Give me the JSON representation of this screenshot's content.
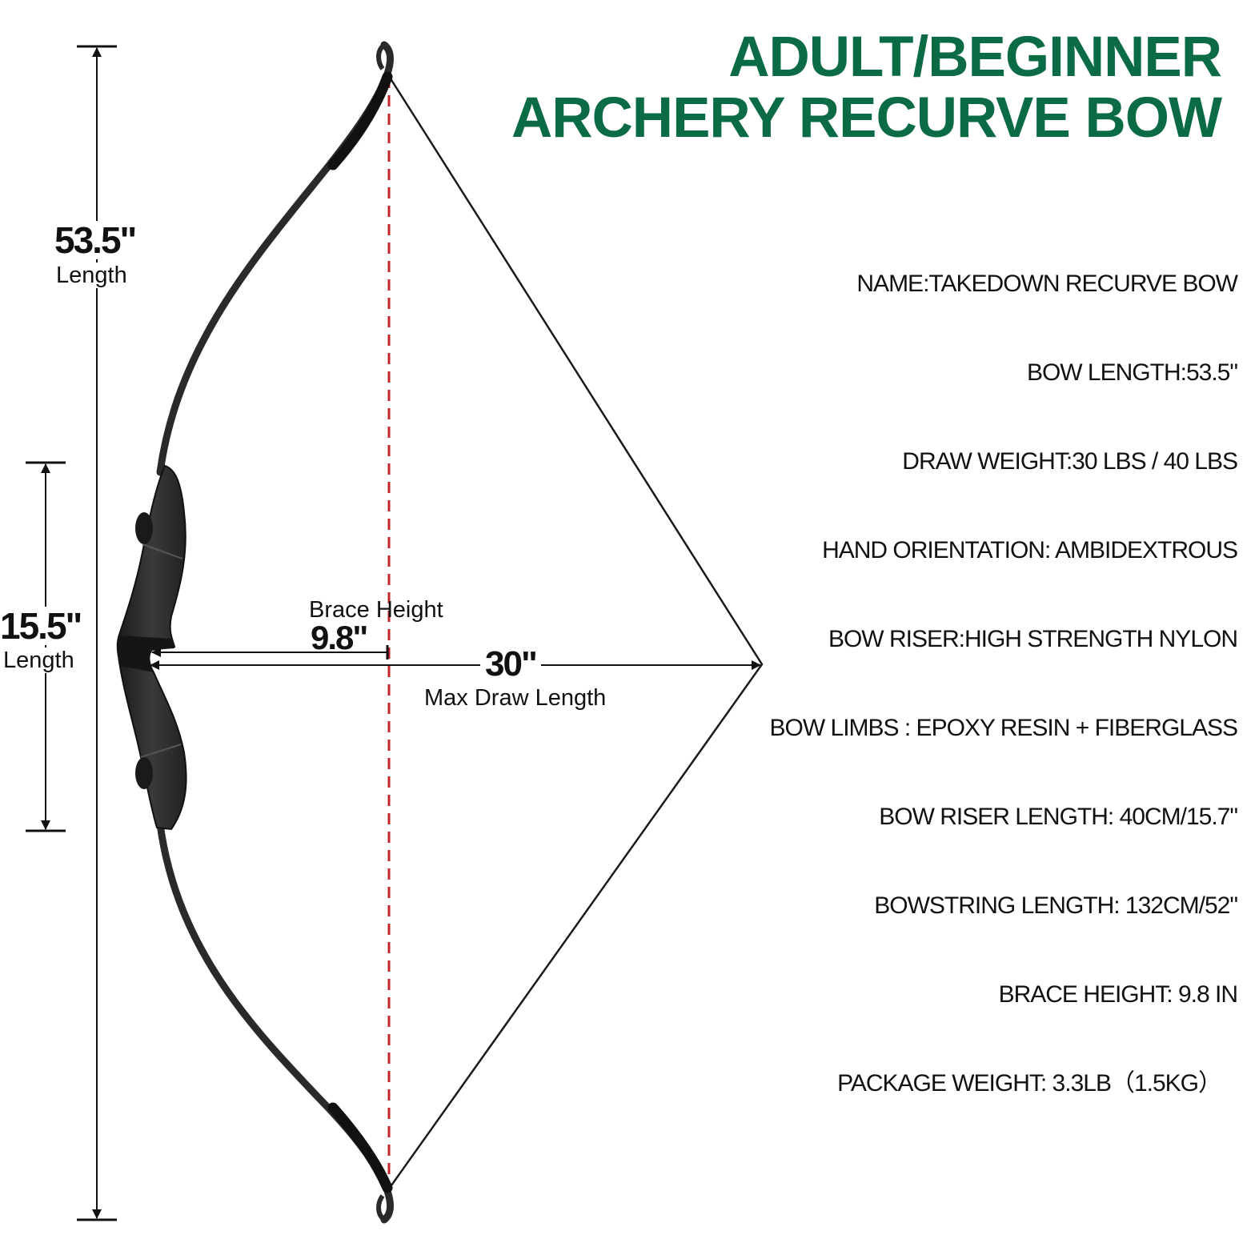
{
  "title": {
    "line1": "ADULT/BEGINNER",
    "line2": "ARCHERY RECURVE BOW",
    "color": "#0b6b45"
  },
  "dimensions": {
    "bow_length": {
      "value": "53.5\"",
      "label": "Length"
    },
    "riser_length": {
      "value": "15.5\"",
      "label": "Length"
    },
    "brace_height": {
      "label": "Brace Height",
      "value": "9.8\""
    },
    "max_draw_length": {
      "value": "30\"",
      "label": "Max Draw Length"
    }
  },
  "specs": [
    "NAME:TAKEDOWN RECURVE BOW",
    "BOW LENGTH:53.5\"",
    "DRAW WEIGHT:30 LBS / 40 LBS",
    "HAND ORIENTATION:  AMBIDEXTROUS",
    "BOW RISER:HIGH STRENGTH NYLON",
    "BOW LIMBS : EPOXY RESIN + FIBERGLASS",
    "BOW RISER LENGTH: 40CM/15.7\"",
    "BOWSTRING LENGTH: 132CM/52\"",
    "BRACE HEIGHT: 9.8 IN",
    "PACKAGE WEIGHT: 3.3LB（1.5KG）"
  ],
  "colors": {
    "text": "#111111",
    "bow": "#2a2a2a",
    "string_reference": "#c0262a"
  },
  "icons": {
    "bow": "recurve-bow-icon"
  }
}
